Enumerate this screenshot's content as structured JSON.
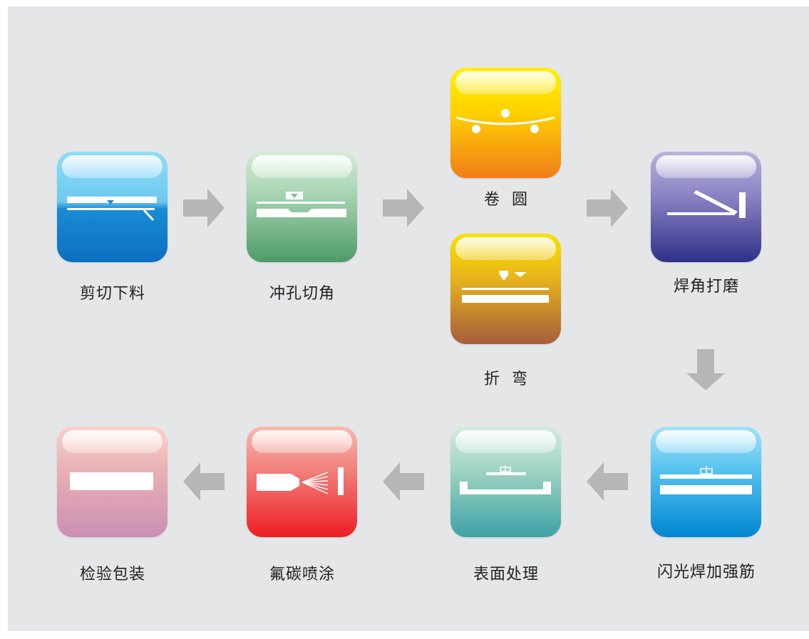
{
  "steps": {
    "cutting": "剪切下料",
    "punching": "冲孔切角",
    "rolling": "卷  圆",
    "bending": "折  弯",
    "welding_grinding": "焊角打磨",
    "flash_welding": "闪光焊加强筋",
    "surface_treatment": "表面处理",
    "fluorocarbon_spraying": "氟碳喷涂",
    "inspection_packing": "检验包装"
  },
  "colors": {
    "background": "#e5e6e7",
    "arrow": "#b5b6b8",
    "cutting": [
      "#8fdcf7",
      "#0b6fc1"
    ],
    "punching": [
      "#b9dfc0",
      "#4e9a68"
    ],
    "rolling": [
      "#fff200",
      "#f07d1a"
    ],
    "bending": [
      "#f9e100",
      "#a65d3c"
    ],
    "welding_grinding": [
      "#a7a1d3",
      "#2f3089"
    ],
    "flash_welding": [
      "#8fdcf7",
      "#0086d1"
    ],
    "surface_treatment": [
      "#c3e3d3",
      "#3ea2a5"
    ],
    "fluorocarbon_spraying": [
      "#f7a9a0",
      "#ee1d23"
    ],
    "inspection_packing": [
      "#f6c6bc",
      "#cb8fb3"
    ]
  },
  "icons": {
    "cutting": "shear-icon",
    "punching": "punch-press-icon",
    "rolling": "plate-rolling-icon",
    "bending": "press-brake-icon",
    "welding_grinding": "grinding-icon",
    "flash_welding": "flash-weld-icon",
    "surface_treatment": "surface-tank-icon",
    "fluorocarbon_spraying": "spray-gun-icon",
    "inspection_packing": "panel-icon"
  }
}
